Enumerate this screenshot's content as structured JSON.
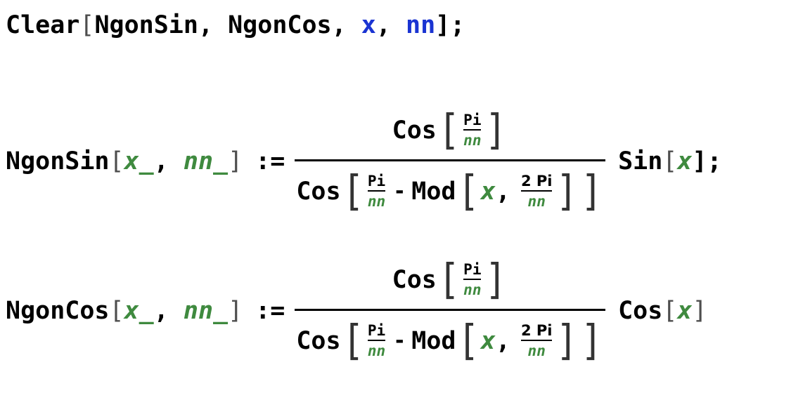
{
  "clear_line": {
    "func": "Clear",
    "open": "[",
    "arg1": "NgonSin",
    "comma1": ", ",
    "arg2": "NgonCos",
    "comma2": ", ",
    "arg3": "x",
    "comma3": ", ",
    "arg4": "nn",
    "close": "];"
  },
  "ngonsin_def": {
    "name": "NgonSin",
    "open": "[",
    "param1": "x_",
    "comma": ", ",
    "param2": "nn_",
    "close": "]",
    "assign": ":=",
    "numerator": {
      "func": "Cos",
      "open": "[",
      "frac_num": "Pi",
      "frac_den": "nn",
      "close": "]"
    },
    "denominator": {
      "func": "Cos",
      "open": "[",
      "frac_num": "Pi",
      "frac_den": "nn",
      "minus": "-",
      "mod_func": "Mod",
      "mod_open": "[",
      "mod_arg": "x",
      "mod_comma": ",",
      "mod_frac_num": "2 Pi",
      "mod_frac_den": "nn",
      "mod_close": "]",
      "close": "]"
    },
    "rhs_func": "Sin",
    "rhs_open": "[",
    "rhs_arg": "x",
    "rhs_close": "];"
  },
  "ngoncos_def": {
    "name": "NgonCos",
    "open": "[",
    "param1": "x_",
    "comma": ", ",
    "param2": "nn_",
    "close": "]",
    "assign": ":=",
    "numerator": {
      "func": "Cos",
      "open": "[",
      "frac_num": "Pi",
      "frac_den": "nn",
      "close": "]"
    },
    "denominator": {
      "func": "Cos",
      "open": "[",
      "frac_num": "Pi",
      "frac_den": "nn",
      "minus": "-",
      "mod_func": "Mod",
      "mod_open": "[",
      "mod_arg": "x",
      "mod_comma": ",",
      "mod_frac_num": "2 Pi",
      "mod_frac_den": "nn",
      "mod_close": "]",
      "close": "]"
    },
    "rhs_func": "Cos",
    "rhs_open": "[",
    "rhs_arg": "x",
    "rhs_close": "]"
  },
  "colors": {
    "pattern_var": "#3f8a3f",
    "global_symbol": "#1a34d2",
    "bracket": "#4d4d4d"
  }
}
